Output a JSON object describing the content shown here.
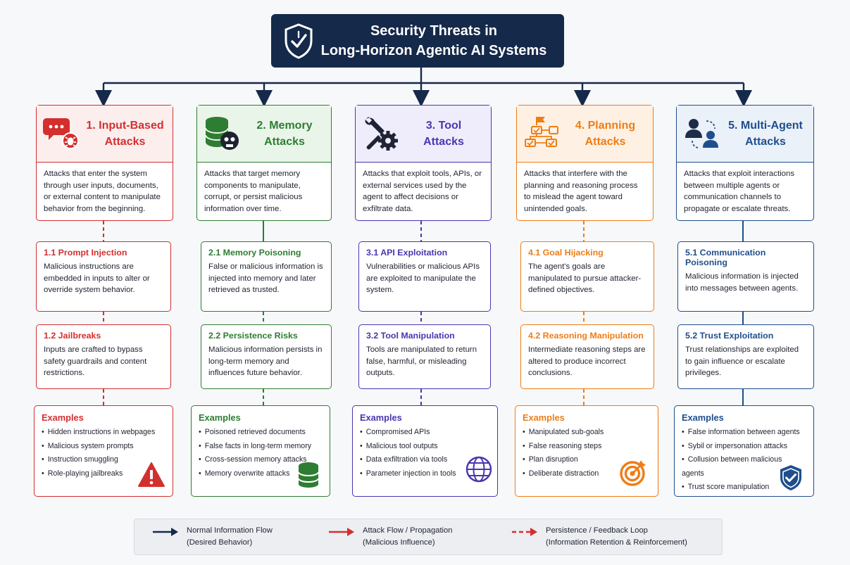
{
  "title": {
    "line1": "Security Threats in",
    "line2": "Long-Horizon Agentic AI Systems"
  },
  "colors": {
    "navy": "#15294a",
    "red": "#d32f2f",
    "green": "#2e7d32",
    "purple": "#4a35b0",
    "orange": "#ef7d15",
    "blue": "#1f4e8c"
  },
  "categories": [
    {
      "icon": "chat-bug-icon",
      "title1": "1. Input-Based",
      "title2": "Attacks",
      "description": "Attacks that enter the system through user inputs, documents, or external content to manipulate behavior from the beginning.",
      "sub1": {
        "title": "1.1 Prompt Injection",
        "text": "Malicious instructions are embedded in inputs to alter or override system behavior."
      },
      "sub2": {
        "title": "1.2 Jailbreaks",
        "text": "Inputs are crafted to bypass safety guardrails and content restrictions."
      },
      "examples_title": "Examples",
      "examples": [
        "Hidden instructions in webpages",
        "Malicious system prompts",
        "Instruction smuggling",
        "Role-playing jailbreaks"
      ],
      "example_icon": "warning-icon"
    },
    {
      "icon": "database-skull-icon",
      "title1": "2. Memory",
      "title2": "Attacks",
      "description": "Attacks that target memory components to manipulate, corrupt, or persist malicious information over time.",
      "sub1": {
        "title": "2.1 Memory Poisoning",
        "text": "False or malicious information is injected into memory and later retrieved as trusted."
      },
      "sub2": {
        "title": "2.2 Persistence Risks",
        "text": "Malicious information persists in long-term memory and influences future behavior."
      },
      "examples_title": "Examples",
      "examples": [
        "Poisoned retrieved documents",
        "False facts in long-term memory",
        "Cross-session memory attacks",
        "Memory overwrite attacks"
      ],
      "example_icon": "database-icon"
    },
    {
      "icon": "wrench-gear-icon",
      "title1": "3. Tool",
      "title2": "Attacks",
      "description": "Attacks that exploit tools, APIs, or external services used by the agent to affect decisions or exfiltrate data.",
      "sub1": {
        "title": "3.1 API Exploitation",
        "text": "Vulnerabilities or malicious APIs are exploited to manipulate the system."
      },
      "sub2": {
        "title": "3.2 Tool Manipulation",
        "text": "Tools are manipulated to return false, harmful, or misleading outputs."
      },
      "examples_title": "Examples",
      "examples": [
        "Compromised APIs",
        "Malicious tool outputs",
        "Data exfiltration via tools",
        "Parameter injection in tools"
      ],
      "example_icon": "globe-icon"
    },
    {
      "icon": "flowchart-flag-icon",
      "title1": "4. Planning",
      "title2": "Attacks",
      "description": "Attacks that interfere with the planning and reasoning process to mislead the agent toward unintended goals.",
      "sub1": {
        "title": "4.1 Goal Hijacking",
        "text": "The agent's goals are manipulated to pursue attacker-defined objectives."
      },
      "sub2": {
        "title": "4.2 Reasoning Manipulation",
        "text": "Intermediate reasoning steps are altered to produce incorrect conclusions."
      },
      "examples_title": "Examples",
      "examples": [
        "Manipulated sub-goals",
        "False reasoning steps",
        "Plan disruption",
        "Deliberate distraction"
      ],
      "example_icon": "target-icon"
    },
    {
      "icon": "users-link-icon",
      "title1": "5. Multi-Agent",
      "title2": "Attacks",
      "description": "Attacks that exploit interactions between multiple agents or communication channels to propagate or escalate threats.",
      "sub1": {
        "title": "5.1 Communication Poisoning",
        "text": "Malicious information is injected into messages between agents."
      },
      "sub2": {
        "title": "5.2 Trust Exploitation",
        "text": "Trust relationships are exploited to gain influence or escalate privileges."
      },
      "examples_title": "Examples",
      "examples": [
        "False information between agents",
        "Sybil or impersonation attacks",
        "Collusion between malicious agents",
        "Trust score manipulation"
      ],
      "example_icon": "shield-check-icon"
    }
  ],
  "legend": [
    {
      "line1": "Normal Information Flow",
      "line2": "(Desired Behavior)",
      "icon": "solid-navy-arrow-icon"
    },
    {
      "line1": "Attack Flow / Propagation",
      "line2": "(Malicious Influence)",
      "icon": "solid-red-arrow-icon"
    },
    {
      "line1": "Persistence / Feedback Loop",
      "line2": "(Information Retention & Reinforcement)",
      "icon": "dashed-red-arrow-icon"
    }
  ]
}
